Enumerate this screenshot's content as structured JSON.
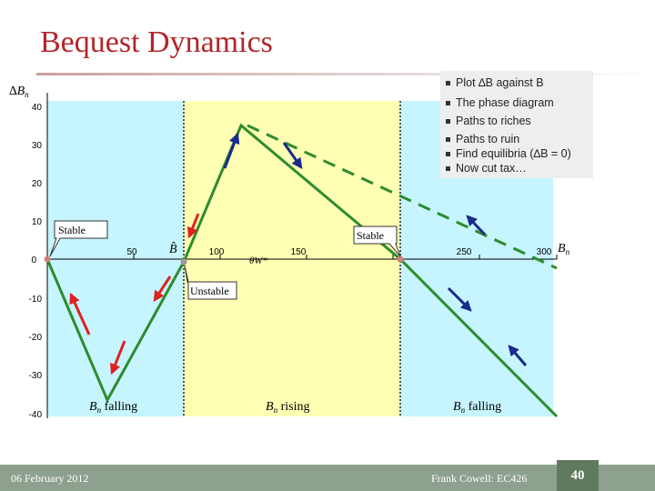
{
  "slide": {
    "title": "Bequest Dynamics",
    "footer_date": "06 February 2012",
    "footer_author": "Frank Cowell: EC426",
    "page_number": "40"
  },
  "bullets": [
    "Plot ∆B against B",
    "The phase diagram",
    "Paths to riches",
    "Paths to ruin",
    "Find equilibria (∆B = 0)",
    "Now cut tax…"
  ],
  "axes": {
    "y_label": "∆B",
    "y_label_sub": "n",
    "x_label": "B",
    "x_label_sub": "n",
    "y_ticks": [
      "40",
      "30",
      "20",
      "10",
      "0",
      "-10",
      "-20",
      "-30",
      "-40"
    ],
    "x_ticks": [
      "50",
      "100",
      "150",
      "250",
      "300"
    ]
  },
  "annotations": {
    "b_hat": "B̂",
    "w_star": "θW*",
    "stable_left": "Stable",
    "stable_right": "Stable",
    "unstable": "Unstable"
  },
  "region_labels": [
    {
      "main": "B",
      "sub": "n",
      "rest": " falling"
    },
    {
      "main": "B",
      "sub": "n",
      "rest": " rising"
    },
    {
      "main": "B",
      "sub": "n",
      "rest": " falling"
    }
  ],
  "colors": {
    "title": "#b2262b",
    "curve": "#2e8b2e",
    "rising_zone": "#ffffb3",
    "falling_zone": "#c6f5ff",
    "arrow_ruin": "#e02020",
    "arrow_riches": "#1a2a8c",
    "footer": "#8ea18e"
  }
}
